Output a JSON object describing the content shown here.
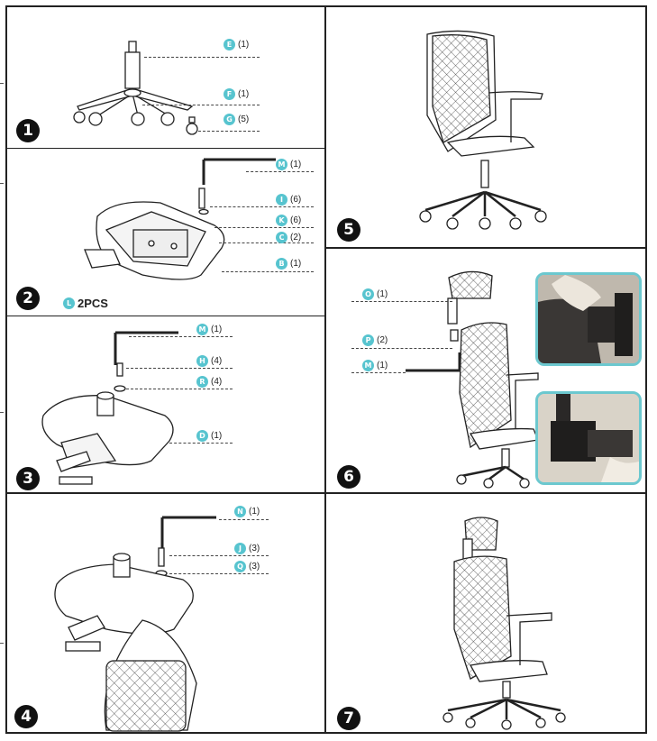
{
  "steps": [
    {
      "number": "1",
      "parts": [
        {
          "letter": "E",
          "qty": "(1)"
        },
        {
          "letter": "F",
          "qty": "(1)"
        },
        {
          "letter": "G",
          "qty": "(5)"
        }
      ]
    },
    {
      "number": "2",
      "parts": [
        {
          "letter": "M",
          "qty": "(1)"
        },
        {
          "letter": "I",
          "qty": "(6)"
        },
        {
          "letter": "K",
          "qty": "(6)"
        },
        {
          "letter": "C",
          "qty": "(2)"
        },
        {
          "letter": "B",
          "qty": "(1)"
        }
      ],
      "extra": {
        "letter": "L",
        "label": "2PCS"
      }
    },
    {
      "number": "3",
      "parts": [
        {
          "letter": "M",
          "qty": "(1)"
        },
        {
          "letter": "H",
          "qty": "(4)"
        },
        {
          "letter": "R",
          "qty": "(4)"
        },
        {
          "letter": "D",
          "qty": "(1)"
        }
      ]
    },
    {
      "number": "4",
      "parts": [
        {
          "letter": "N",
          "qty": "(1)"
        },
        {
          "letter": "J",
          "qty": "(3)"
        },
        {
          "letter": "Q",
          "qty": "(3)"
        }
      ]
    },
    {
      "number": "5",
      "parts": []
    },
    {
      "number": "6",
      "parts": [
        {
          "letter": "O",
          "qty": "(1)"
        },
        {
          "letter": "P",
          "qty": "(2)"
        },
        {
          "letter": "M",
          "qty": "(1)"
        }
      ]
    },
    {
      "number": "7",
      "parts": []
    }
  ],
  "colors": {
    "badge": "#57c4cf",
    "photo_border": "#6cc8cf",
    "ink": "#222222"
  }
}
